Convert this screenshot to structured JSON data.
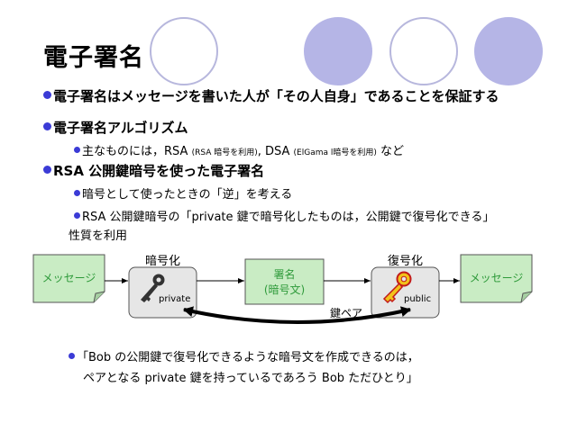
{
  "slide": {
    "title": "電子署名",
    "bullets": [
      {
        "text": "電子署名はメッセージを書いた人が「その人自身」であることを保証する"
      },
      {
        "text": "電子署名アルゴリズム"
      },
      {
        "text": "主なものには，RSA ",
        "small1": "(RSA 暗号を利用)",
        "mid": ", DSA ",
        "small2": "(ElGama l暗号を利用)",
        "tail": " など"
      },
      {
        "text": "RSA 公開鍵暗号を使った電子署名"
      },
      {
        "text": "暗号として使ったときの「逆」を考える"
      },
      {
        "text": "RSA 公開鍵暗号の「private 鍵で暗号化したものは，公開鍵で復号化できる」"
      },
      {
        "text": "性質を利用"
      }
    ],
    "bottom_bullet": {
      "line1": "「Bob の公開鍵で復号化できるような暗号文を作成できるのは，",
      "line2": "ペアとなる private 鍵を持っているであろう Bob ただひとり」"
    }
  },
  "diagram": {
    "message_left": "メッセージ",
    "encrypt_label": "暗号化",
    "private_label": "private",
    "signature_line1": "署名",
    "signature_line2": "(暗号文)",
    "decrypt_label": "復号化",
    "public_label": "public",
    "message_right": "メッセージ",
    "keypair_label": "鍵ペア"
  },
  "colors": {
    "accent_circle": "#b5b5e6",
    "bullet": "#3b3bd6",
    "doc_fill": "#c9ecc4",
    "doc_text": "#2e9a3a",
    "box_fill": "#e6e6e6",
    "key_gold": "#f2c21b"
  }
}
